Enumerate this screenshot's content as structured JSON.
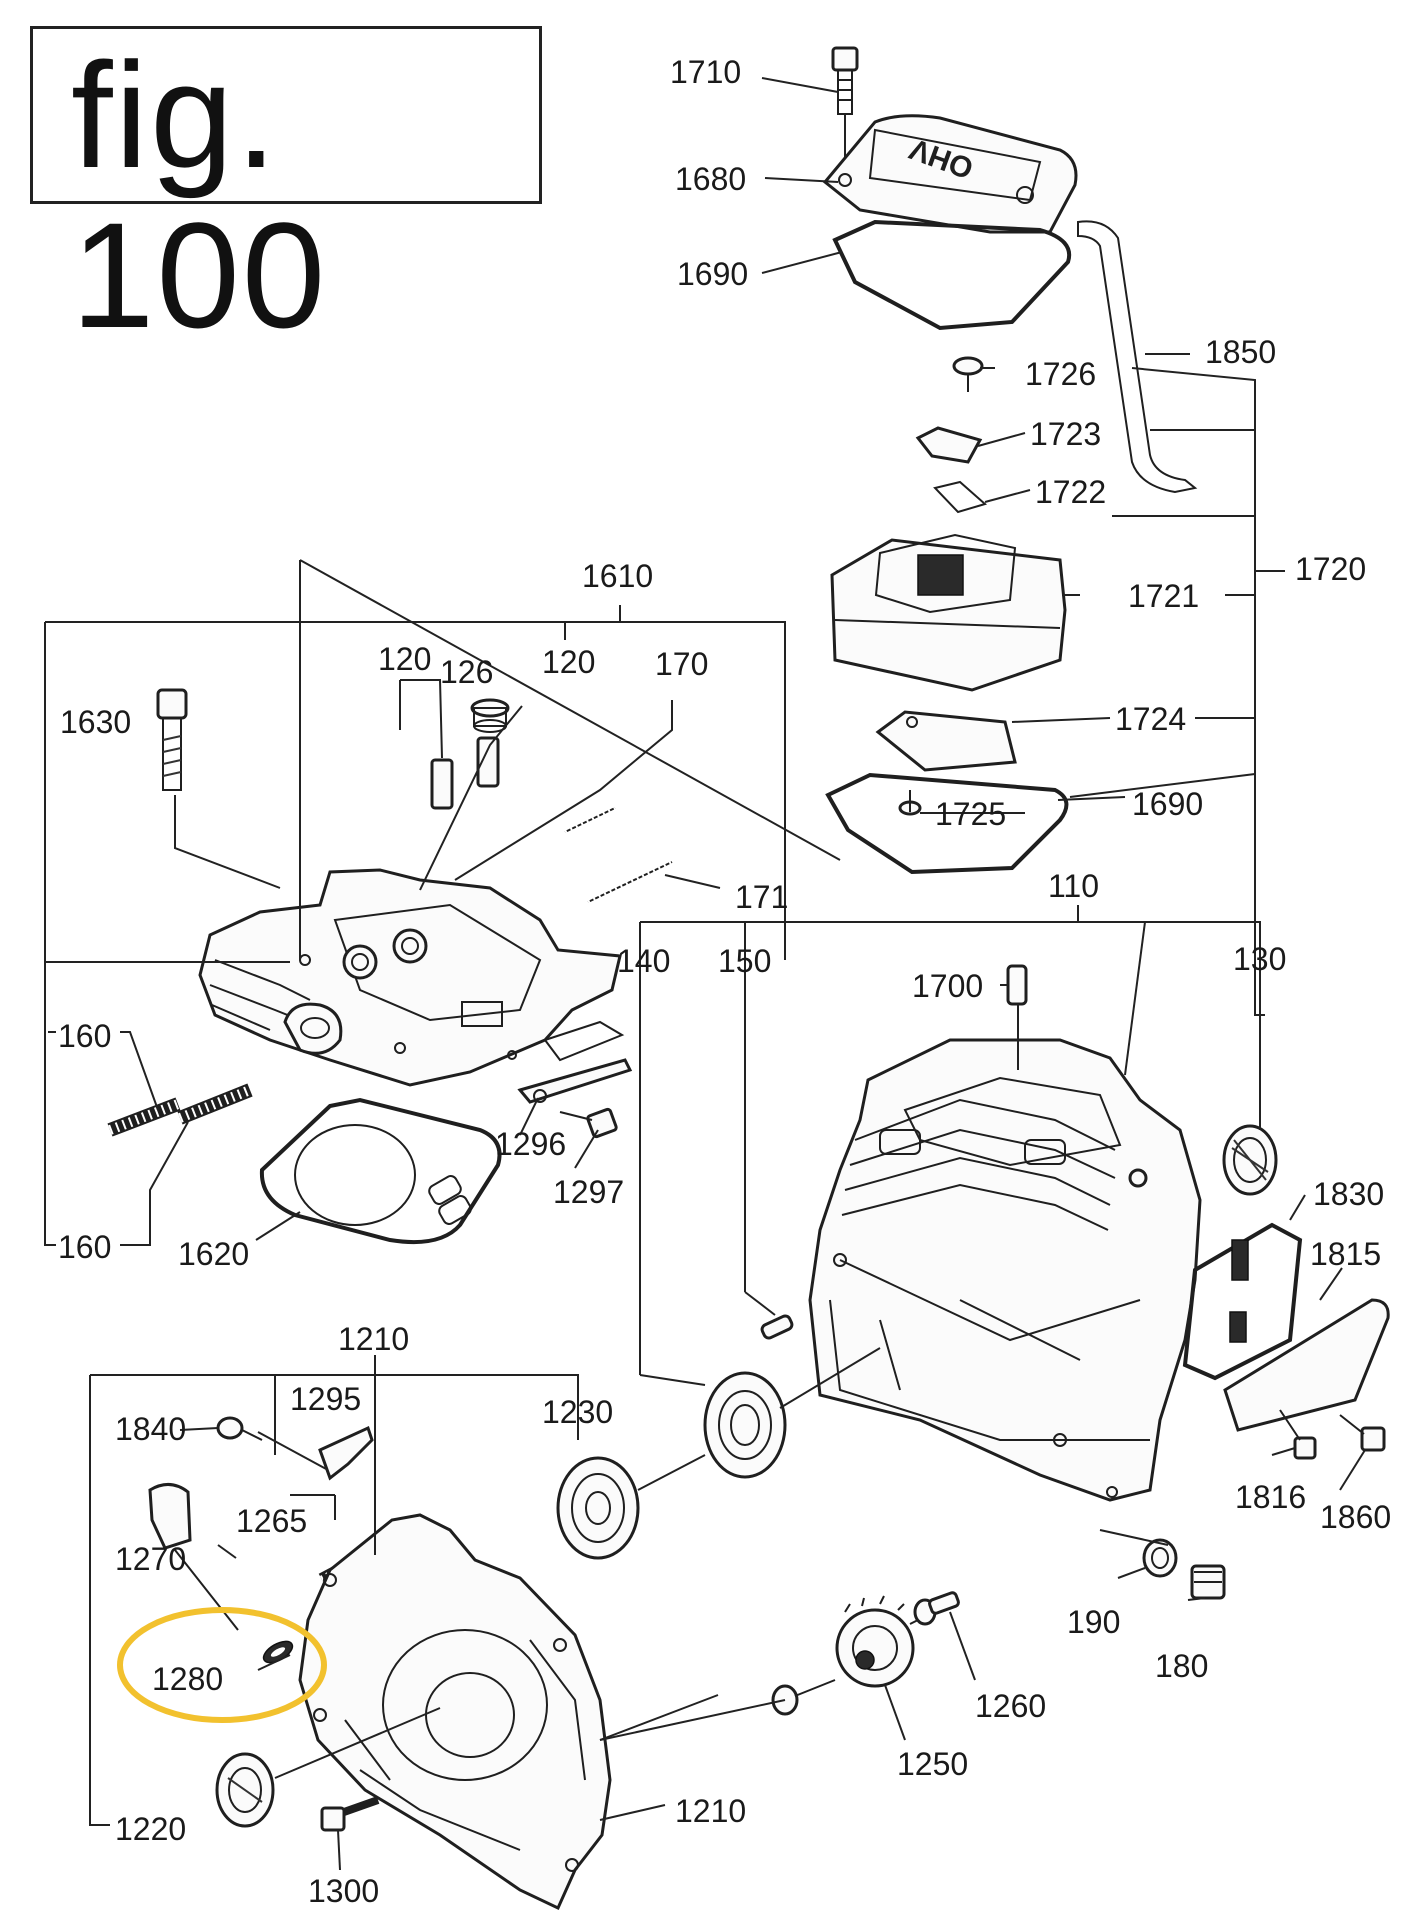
{
  "figure": {
    "title": "fig. 100"
  },
  "highlight": {
    "part": "1280",
    "color": "#F2C12E"
  },
  "colors": {
    "line": "#1f1f1f",
    "background": "#ffffff"
  },
  "callouts": {
    "c1710": "1710",
    "c1680": "1680",
    "c1690a": "1690",
    "c1850": "1850",
    "c1726": "1726",
    "c1723": "1723",
    "c1722": "1722",
    "c1720": "1720",
    "c1721": "1721",
    "c1724": "1724",
    "c1725": "1725",
    "c1690b": "1690",
    "c1610": "1610",
    "c120a": "120",
    "c126": "126",
    "c120b": "120",
    "c170": "170",
    "c1630": "1630",
    "c171": "171",
    "c160a": "160",
    "c160b": "160",
    "c1296": "1296",
    "c1297": "1297",
    "c1620": "1620",
    "c110": "110",
    "c140": "140",
    "c150": "150",
    "c1700": "1700",
    "c130": "130",
    "c1830": "1830",
    "c1815": "1815",
    "c1816": "1816",
    "c1860": "1860",
    "c190": "190",
    "c180": "180",
    "c1210a": "1210",
    "c1295": "1295",
    "c1840": "1840",
    "c1265": "1265",
    "c1230": "1230",
    "c1270": "1270",
    "c1280": "1280",
    "c1260": "1260",
    "c1250": "1250",
    "c1210b": "1210",
    "c1220": "1220",
    "c1300": "1300"
  }
}
